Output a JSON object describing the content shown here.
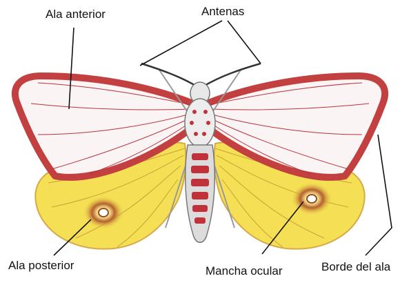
{
  "labels": {
    "forewing": "Ala anterior",
    "antennae": "Antenas",
    "hindwing": "Ala posterior",
    "eyespot": "Mancha ocular",
    "wing_edge": "Borde del ala"
  },
  "colors": {
    "forewing_border": "#c2403f",
    "forewing_fill": "#fbf4f4",
    "vein": "#b8323a",
    "hindwing_fill": "#f4df55",
    "hindwing_vein": "#c9a237",
    "eyespot": "#9a4a25",
    "body": "#dcdcdc",
    "body_stripe": "#c1313a",
    "leader_line": "#111111"
  }
}
